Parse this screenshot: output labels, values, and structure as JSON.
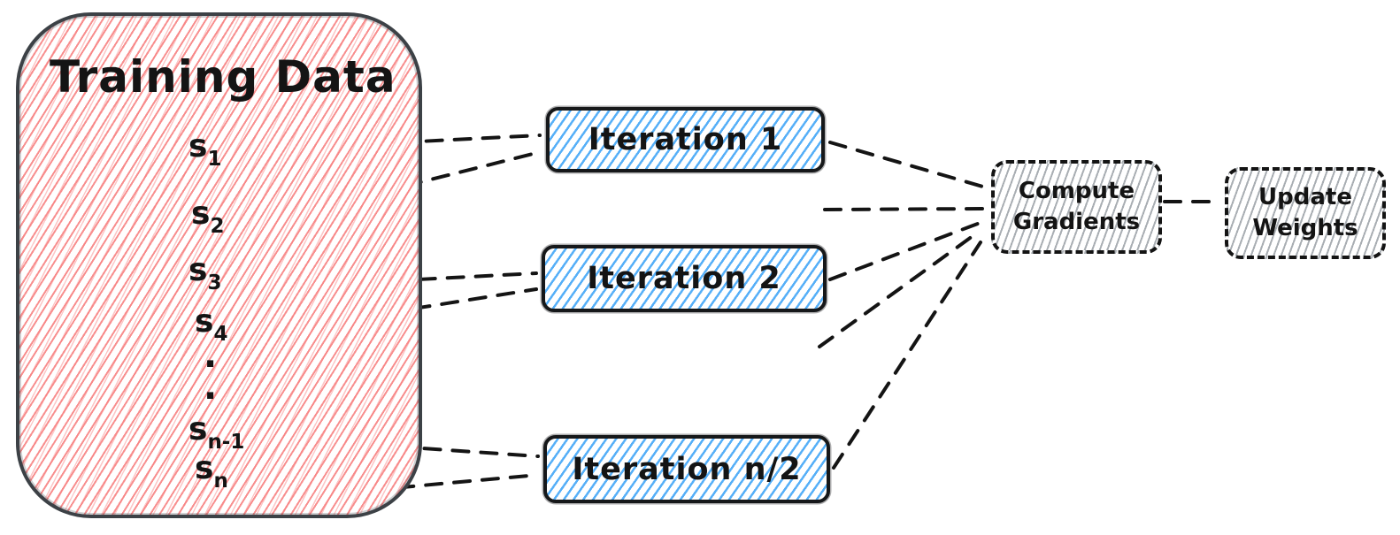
{
  "training_data": {
    "title": "Training Data",
    "fill_color": "#f77b7b",
    "border_color": "#3c4146",
    "samples": [
      {
        "base": "s",
        "sub": "1"
      },
      {
        "base": "s",
        "sub": "2"
      },
      {
        "base": "s",
        "sub": "3"
      },
      {
        "base": "s",
        "sub": "4"
      },
      {
        "base": "s",
        "sub": "n-1"
      },
      {
        "base": "s",
        "sub": "n"
      }
    ],
    "ellipsis": {
      "dot1": "·",
      "dot2": "·"
    }
  },
  "iterations": [
    {
      "label": "Iteration 1"
    },
    {
      "label": "Iteration 2"
    },
    {
      "label": "Iteration n/2"
    }
  ],
  "iteration_fill_color": "#4dabf7",
  "process_boxes": {
    "compute_gradients": {
      "line1": "Compute",
      "line2": "Gradients"
    },
    "update_weights": {
      "line1": "Update",
      "line2": "Weights"
    },
    "fill_color": "#9aa0a6"
  },
  "edge_style": {
    "color": "#141414",
    "style": "dashed"
  },
  "edges": [
    {
      "from": "sample-s1",
      "to": "iteration-1"
    },
    {
      "from": "sample-s2",
      "to": "iteration-1"
    },
    {
      "from": "sample-s3",
      "to": "iteration-2"
    },
    {
      "from": "sample-s4",
      "to": "iteration-2"
    },
    {
      "from": "sample-sn-1",
      "to": "iteration-n2"
    },
    {
      "from": "sample-sn",
      "to": "iteration-n2"
    },
    {
      "from": "iteration-1",
      "to": "compute-gradients"
    },
    {
      "from": "unlabeled-mid-1",
      "to": "compute-gradients"
    },
    {
      "from": "iteration-2",
      "to": "compute-gradients"
    },
    {
      "from": "unlabeled-mid-2",
      "to": "compute-gradients"
    },
    {
      "from": "iteration-n2",
      "to": "compute-gradients"
    },
    {
      "from": "compute-gradients",
      "to": "update-weights"
    }
  ]
}
